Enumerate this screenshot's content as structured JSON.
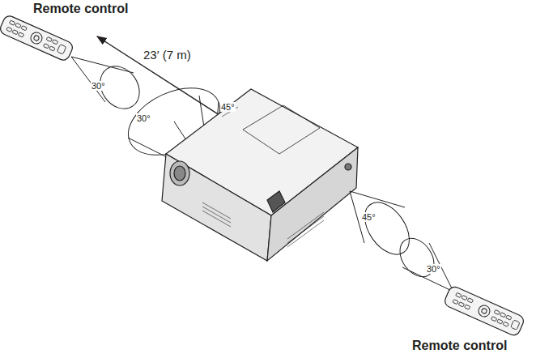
{
  "diagram": {
    "labels": [
      "Remote control",
      "23′ (7 m)",
      "30°",
      "30°",
      "45°",
      "45°",
      "30°",
      "Remote control"
    ]
  }
}
